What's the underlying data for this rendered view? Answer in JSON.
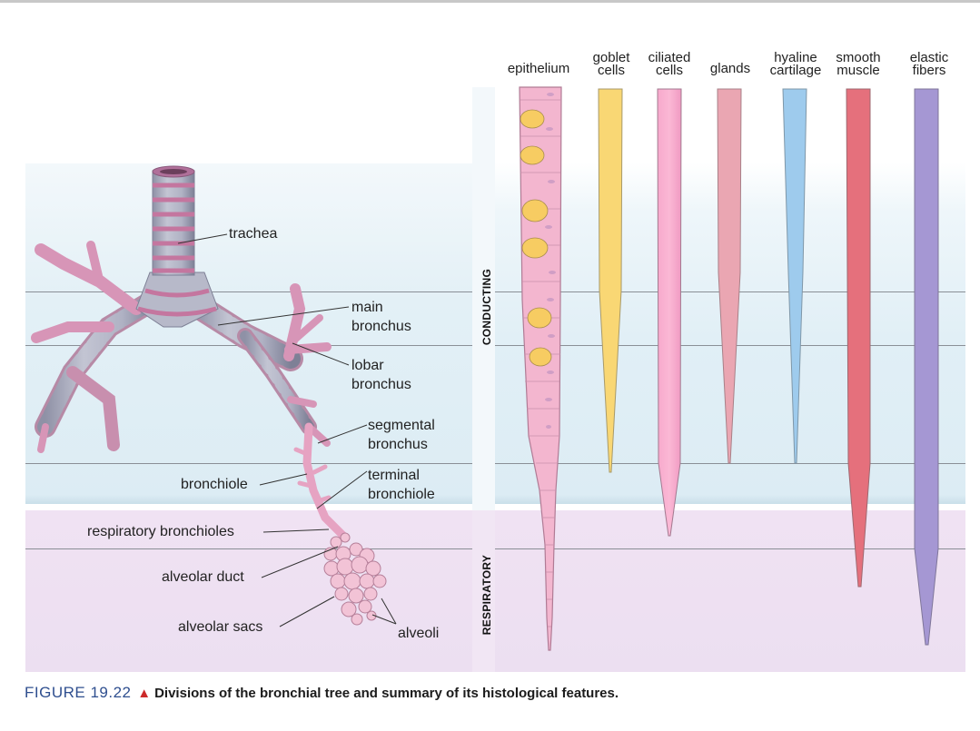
{
  "figure": {
    "number_label": "FIGURE 19.22",
    "marker_icon": "red-triangle-icon",
    "caption": "Divisions of the bronchial tree and summary of its histological features."
  },
  "zones": {
    "conducting": "CONDUCTING",
    "respiratory": "RESPIRATORY"
  },
  "colors": {
    "conducting_bg": "#dcecf4",
    "respiratory_bg": "#ecdff1",
    "caption_blue": "#2f4f8f",
    "caption_triangle": "#cc2a2a"
  },
  "tree_labels": [
    {
      "id": "trachea",
      "text": "trachea"
    },
    {
      "id": "main-bronchus",
      "text": "main\nbronchus",
      "lines": [
        "main",
        "bronchus"
      ]
    },
    {
      "id": "lobar-bronchus",
      "lines": [
        "lobar",
        "bronchus"
      ]
    },
    {
      "id": "segmental-bronchus",
      "lines": [
        "segmental",
        "bronchus"
      ]
    },
    {
      "id": "bronchiole",
      "text": "bronchiole"
    },
    {
      "id": "terminal-bronchiole",
      "lines": [
        "terminal",
        "bronchiole"
      ]
    },
    {
      "id": "respiratory-bronchioles",
      "text": "respiratory bronchioles"
    },
    {
      "id": "alveolar-duct",
      "text": "alveolar duct"
    },
    {
      "id": "alveolar-sacs",
      "text": "alveolar sacs"
    },
    {
      "id": "alveoli",
      "text": "alveoli"
    }
  ],
  "histology_columns": [
    {
      "id": "epithelium",
      "lines": [
        "epithelium"
      ],
      "color": "#f3b6cf",
      "extends_to": "alveolar sacs (tapers through respiratory zone)"
    },
    {
      "id": "goblet-cells",
      "lines": [
        "goblet",
        "cells"
      ],
      "color": "#f9d774",
      "extends_to": "bronchiole"
    },
    {
      "id": "ciliated-cells",
      "lines": [
        "ciliated",
        "cells"
      ],
      "color": "#f7a9cc",
      "extends_to": "respiratory bronchioles"
    },
    {
      "id": "glands",
      "lines": [
        "glands"
      ],
      "color": "#eaa6b2",
      "extends_to": "bronchiole"
    },
    {
      "id": "hyaline-cartilage",
      "lines": [
        "hyaline",
        "cartilage"
      ],
      "color": "#9ecbed",
      "extends_to": "bronchiole"
    },
    {
      "id": "smooth-muscle",
      "lines": [
        "smooth",
        "muscle"
      ],
      "color": "#e5707c",
      "extends_to": "alveolar duct"
    },
    {
      "id": "elastic-fibers",
      "lines": [
        "elastic",
        "fibers"
      ],
      "color": "#a597d3",
      "extends_to": "alveoli"
    }
  ]
}
